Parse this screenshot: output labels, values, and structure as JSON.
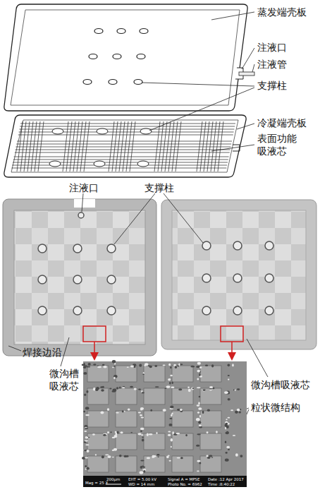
{
  "diagram": {
    "labels": [
      "蒸发端壳板",
      "注液口",
      "注液管",
      "支撑柱",
      "冷凝端壳板",
      "表面功能 吸液芯",
      "注液口",
      "支撑柱",
      "焊接边沿",
      "微沟槽 吸液芯",
      "微沟槽吸液芯",
      "粒状微结构",
      "Mag =  25 X",
      "200µm",
      "EHT = 5.00 kV",
      "WD = 14 mm",
      "Signal A = MPSE",
      "Photo No. = 6962",
      "Date :12 Apr 2017",
      "Time :8:40:22"
    ]
  }
}
